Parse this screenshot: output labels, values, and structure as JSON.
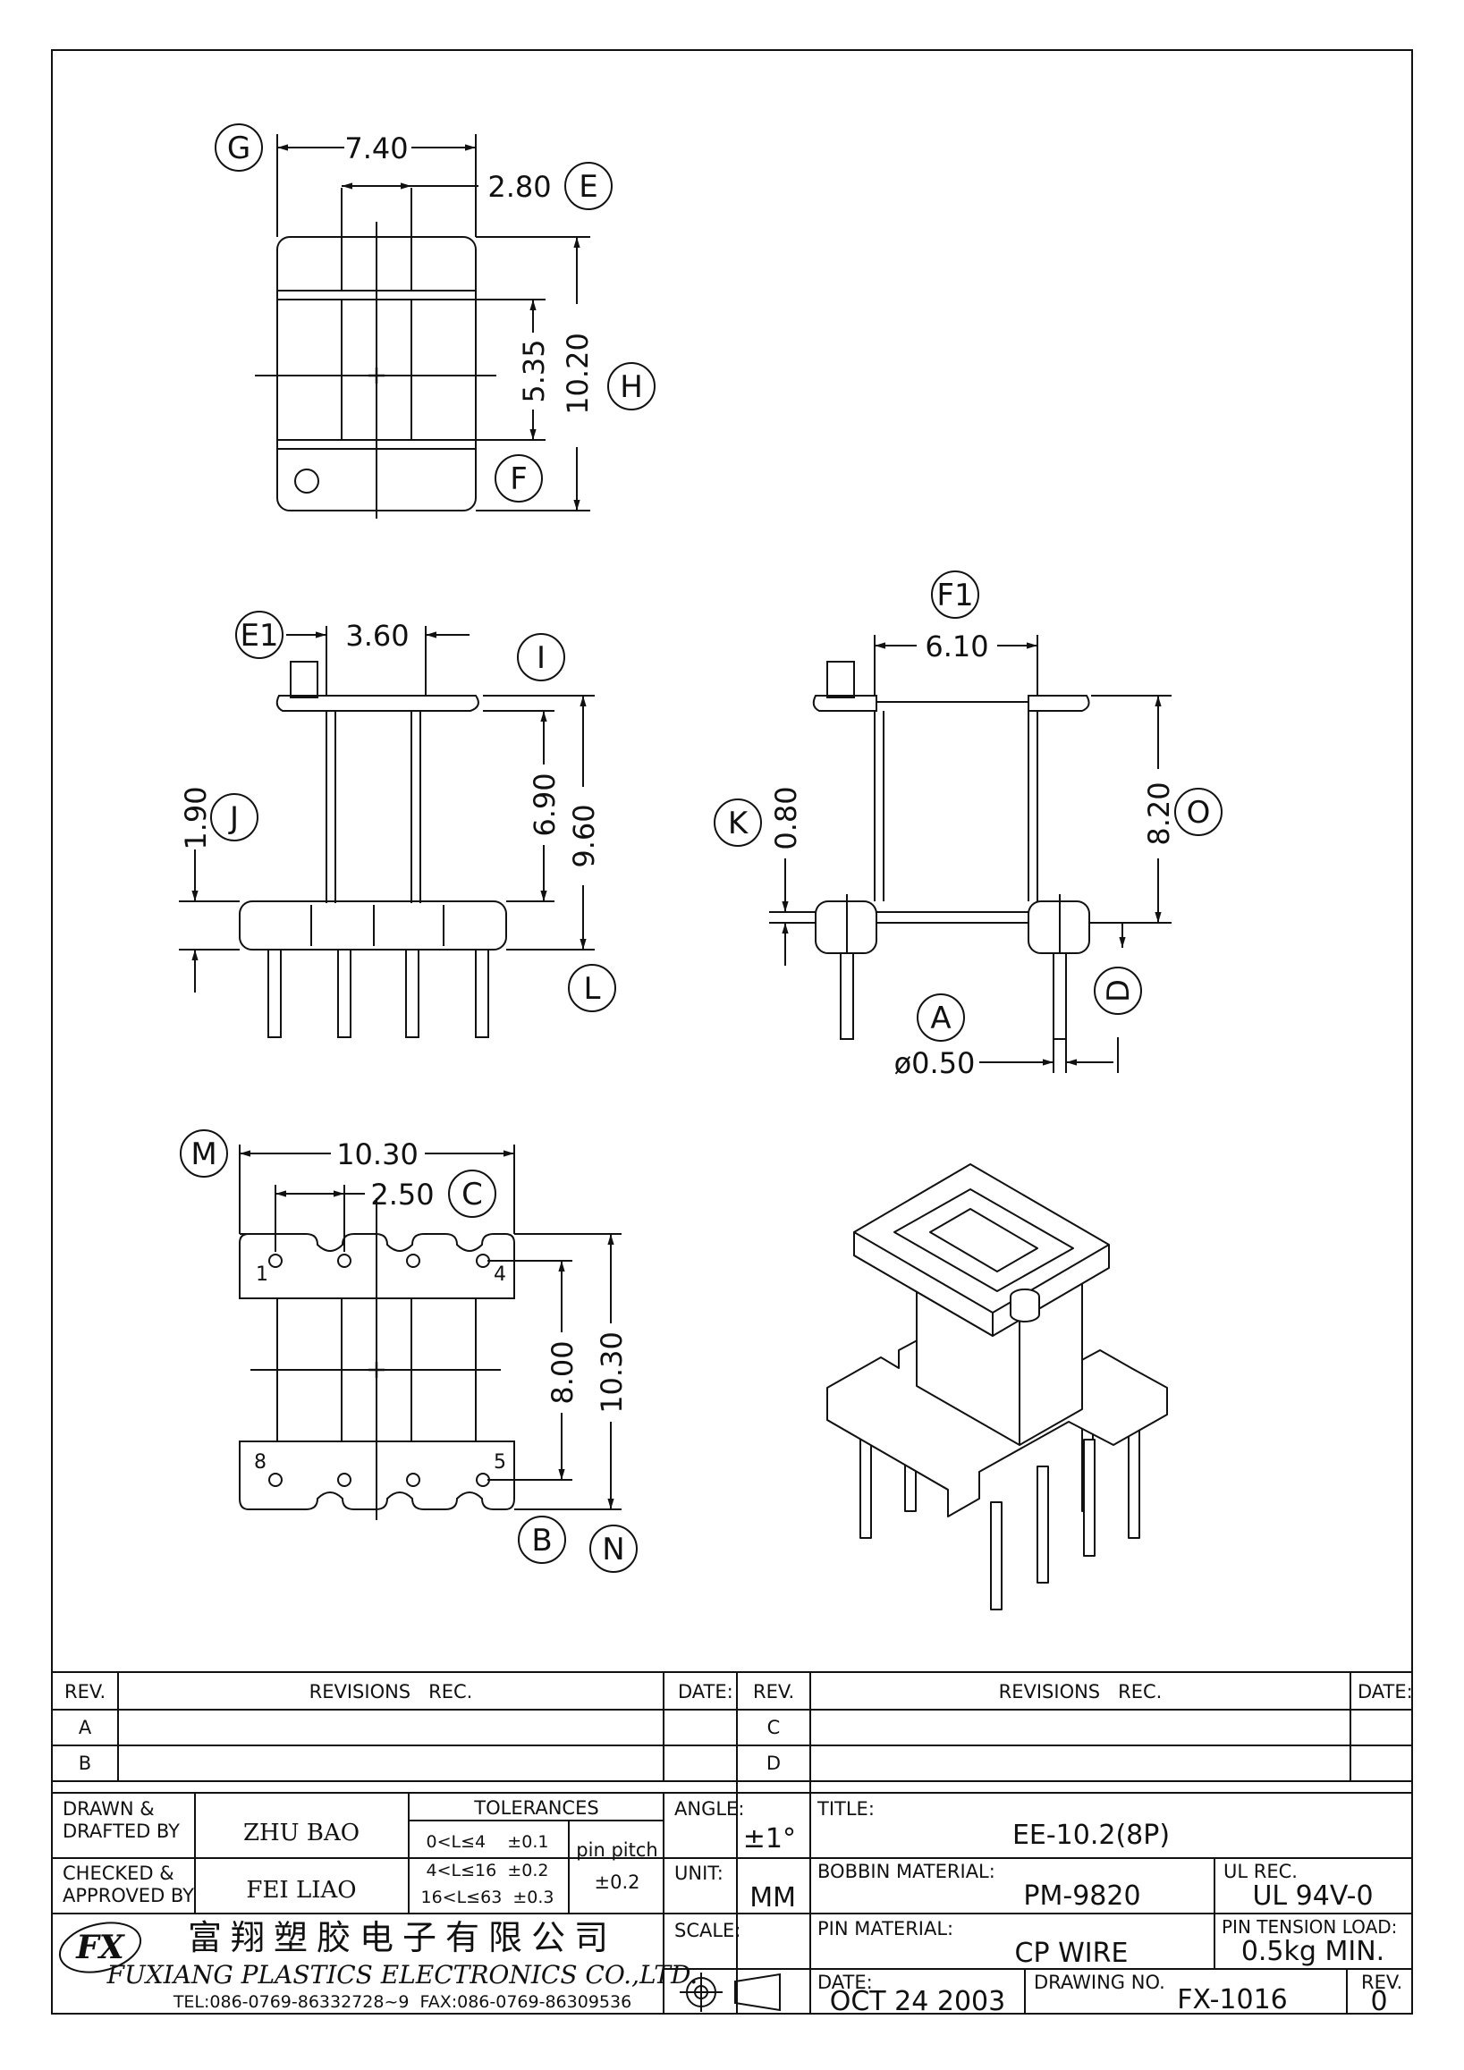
{
  "views": {
    "top": {
      "dims": {
        "w_total": "7.40",
        "w_center": "2.80",
        "h_total": "10.20",
        "h_center": "5.35"
      },
      "labels": {
        "g": "G",
        "e": "E",
        "h": "H",
        "f": "F"
      }
    },
    "front": {
      "dims": {
        "e1": "3.60",
        "h_body": "6.90",
        "h_total": "9.60",
        "h_base": "1.90"
      },
      "labels": {
        "e1": "E1",
        "i": "I",
        "j": "J",
        "l": "L"
      }
    },
    "side": {
      "dims": {
        "w": "6.10",
        "h": "8.20",
        "flange": "0.80",
        "pin_dia": "ø0.50"
      },
      "labels": {
        "f1": "F1",
        "o": "O",
        "k": "K",
        "a": "A",
        "d": "D"
      }
    },
    "bottom": {
      "dims": {
        "w_total": "10.30",
        "pitch": "2.50",
        "h_inner": "8.00",
        "h_total": "10.30"
      },
      "labels": {
        "m": "M",
        "c": "C",
        "b": "B",
        "n": "N"
      },
      "pins": {
        "p1": "1",
        "p4": "4",
        "p5": "5",
        "p8": "8"
      }
    }
  },
  "revisions": {
    "headers": {
      "rev": "REV.",
      "rec": "REVISIONS   REC.",
      "date": "DATE:"
    },
    "rows_left": [
      "A",
      "B"
    ],
    "rows_right": [
      "C",
      "D"
    ]
  },
  "title_block": {
    "drawn_label": "DRAWN &\nDRAFTED BY",
    "drawn_value": "ZHU BAO",
    "checked_label": "CHECKED &\nAPPROVED BY",
    "checked_value": "FEI LIAO",
    "tolerances_label": "TOLERANCES",
    "tol_rows": [
      "0<L≤4    ±0.1",
      "4<L≤16  ±0.2",
      "16<L≤63  ±0.3"
    ],
    "pin_pitch_label": "pin pitch",
    "pin_pitch_value": "±0.2",
    "angle_label": "ANGLE:",
    "angle_value": "±1°",
    "unit_label": "UNIT:",
    "unit_value": "MM",
    "scale_label": "SCALE:",
    "title_label": "TITLE:",
    "title_value": "EE-10.2(8P)",
    "bobbin_label": "BOBBIN MATERIAL:",
    "bobbin_value": "PM-9820",
    "ul_label": "UL REC.",
    "ul_value": "UL 94V-0",
    "pin_material_label": "PIN MATERIAL:",
    "pin_material_value": "CP WIRE",
    "pin_tension_label": "PIN TENSION LOAD:",
    "pin_tension_value": "0.5kg MIN.",
    "date_label": "DATE:",
    "date_value": "OCT 24 2003",
    "drawing_no_label": "DRAWING NO.",
    "drawing_no_value": "FX-1016",
    "rev_label": "REV.",
    "rev_value": "0"
  },
  "company": {
    "logo": "FX",
    "name_cn": "富翔塑胶电子有限公司",
    "name_en": "FUXIANG PLASTICS ELECTRONICS CO.,LTD.",
    "contact": "TEL:086-0769-86332728~9  FAX:086-0769-86309536"
  }
}
